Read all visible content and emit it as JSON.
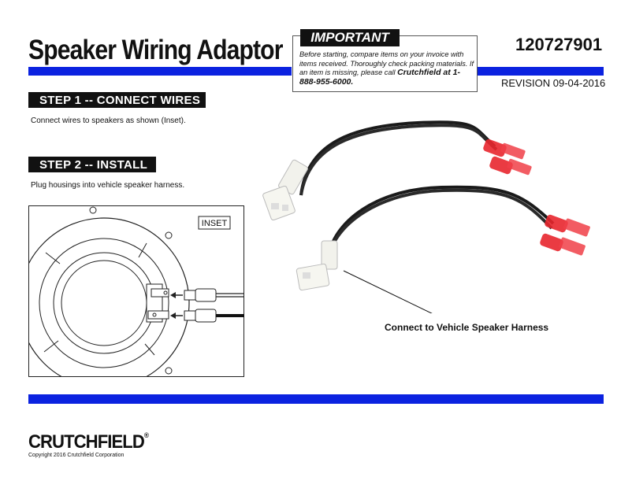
{
  "header": {
    "title": "Speaker Wiring Adaptor",
    "doc_number": "120727901",
    "revision": "REVISION 09-04-2016"
  },
  "important": {
    "label": "IMPORTANT",
    "text": "Before starting, compare items on your invoice with items received.  Thoroughly check packing materials. If an item is missing, please call ",
    "bold_text": "Crutchfield at 1-888-955-6000."
  },
  "step1": {
    "heading": "STEP 1 -- CONNECT WIRES",
    "text": "Connect wires to speakers as shown (Inset)."
  },
  "step2": {
    "heading": "STEP 2 -- INSTALL",
    "text": "Plug housings into vehicle speaker harness."
  },
  "inset": {
    "label": "INSET"
  },
  "photo": {
    "caption": "Connect to Vehicle Speaker Harness"
  },
  "footer": {
    "logo": "CRUTCHFIELD",
    "logo_mark": "®",
    "copyright": "Copyright 2016 Crutchfield Corporation"
  },
  "colors": {
    "accent_bar": "#0b22e0",
    "banner": "#111111",
    "terminal_red": "#e8262e"
  }
}
